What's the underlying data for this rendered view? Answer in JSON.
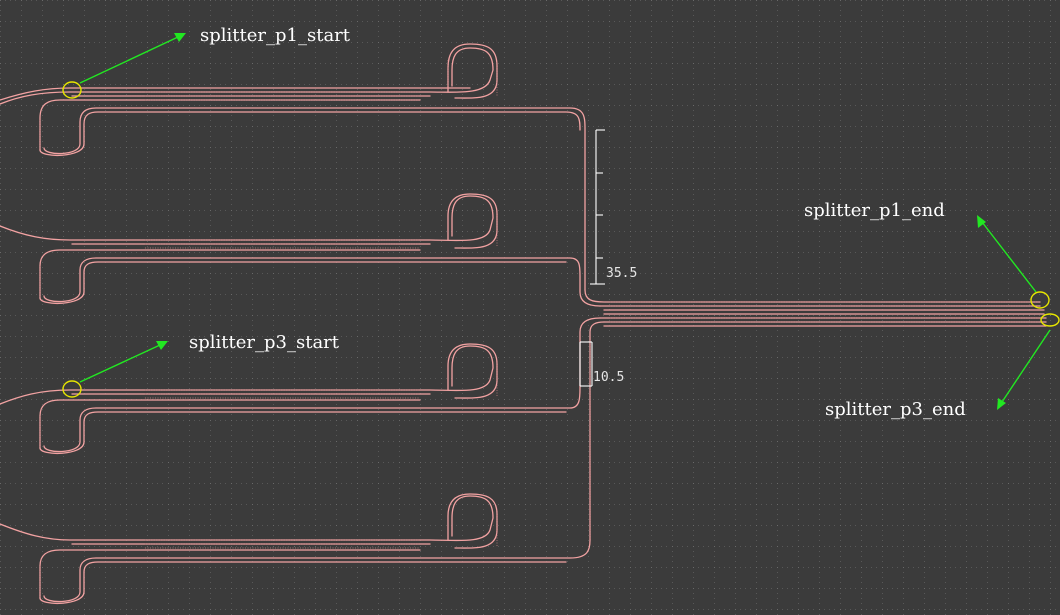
{
  "annotations": {
    "p1_start": "splitter_p1_start",
    "p3_start": "splitter_p3_start",
    "p1_end": "splitter_p1_end",
    "p3_end": "splitter_p3_end"
  },
  "measurements": {
    "upper_span": "35.5",
    "lower_span": "10.5"
  },
  "colors": {
    "background": "#3b3b3b",
    "grid_dot": "#6a6a6a",
    "waveguide": "#f2a2a2",
    "arrow": "#22e822",
    "marker": "#e7e600",
    "label": "#ffffff"
  }
}
